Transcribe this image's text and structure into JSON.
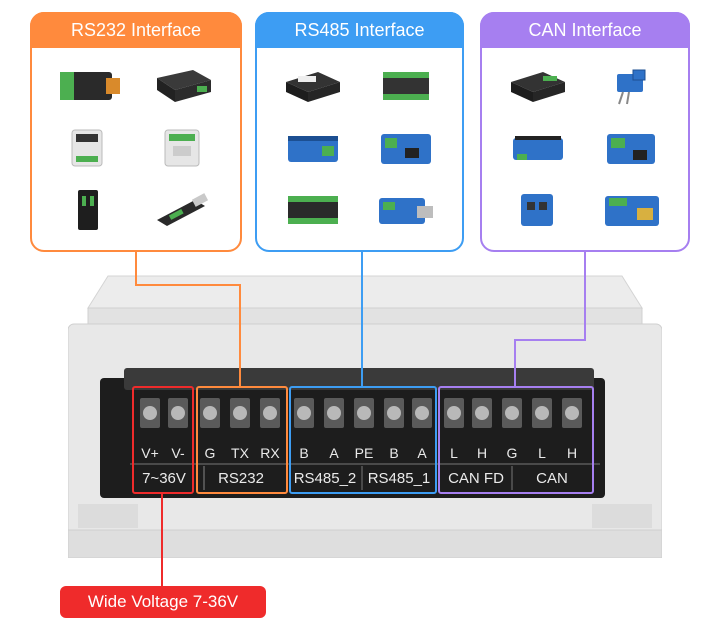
{
  "panels": {
    "rs232": {
      "title": "RS232 Interface"
    },
    "rs485": {
      "title": "RS485 Interface"
    },
    "can": {
      "title": "CAN Interface"
    }
  },
  "terminals": [
    "V+",
    "V-",
    "G",
    "TX",
    "RX",
    "B",
    "A",
    "PE",
    "B",
    "A",
    "L",
    "H",
    "G",
    "L",
    "H"
  ],
  "groups": {
    "power": "7~36V",
    "rs232": "RS232",
    "rs485_2": "RS485_2",
    "rs485_1": "RS485_1",
    "canfd": "CAN FD",
    "can": "CAN"
  },
  "callout": "Wide Voltage 7-36V",
  "colors": {
    "rs232": "#ff8a3d",
    "rs485": "#3d9df3",
    "can": "#a67ff0",
    "power": "#ef2b2b"
  }
}
